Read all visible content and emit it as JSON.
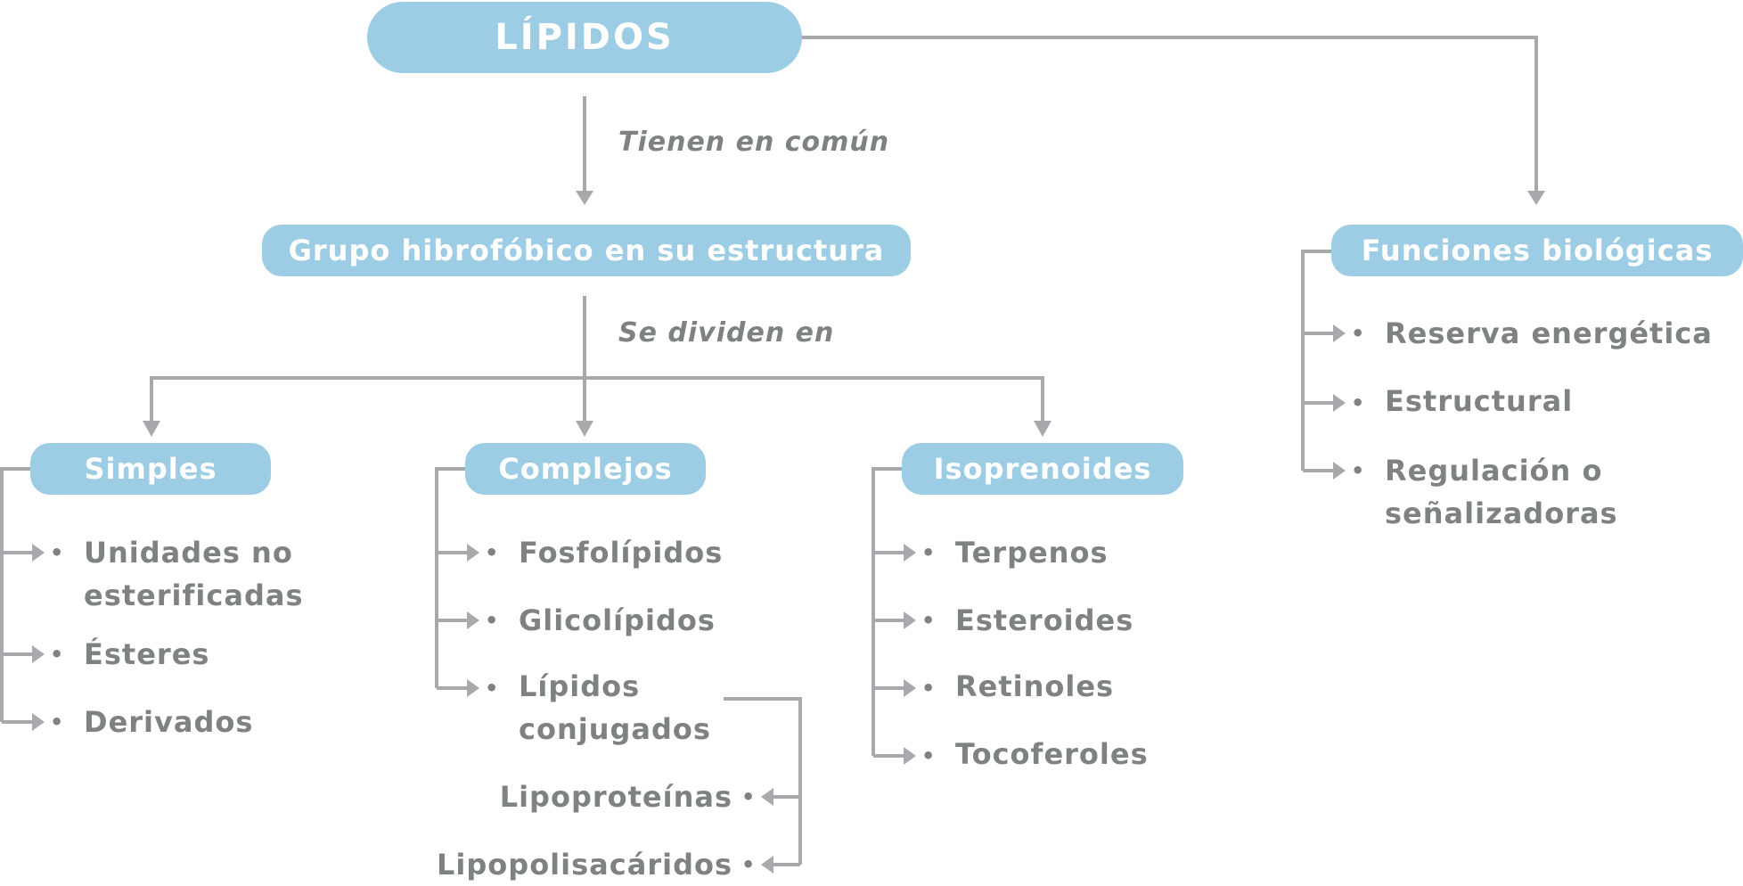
{
  "root": "LÍPIDOS",
  "connectors": {
    "tienen": "Tienen en común",
    "dividen": "Se dividen en"
  },
  "grupo": "Grupo hibrofóbico en su estructura",
  "funciones": {
    "title": "Funciones biológicas",
    "items": [
      "Reserva energética",
      "Estructural",
      "Regulación o",
      "señalizadoras"
    ]
  },
  "simples": {
    "title": "Simples",
    "items": [
      "Unidades no",
      "esterificadas",
      "Ésteres",
      "Derivados"
    ]
  },
  "complejos": {
    "title": "Complejos",
    "items": [
      "Fosfolípidos",
      "Glicolípidos",
      "Lípidos",
      "conjugados"
    ],
    "sub": [
      "Lipoproteínas",
      "Lipopolisacáridos"
    ]
  },
  "isoprenoides": {
    "title": "Isoprenoides",
    "items": [
      "Terpenos",
      "Esteroides",
      "Retinoles",
      "Tocoferoles"
    ]
  },
  "colors": {
    "pill": "#9ccde5",
    "line": "#a7a9ac",
    "text": "#7e8283"
  }
}
